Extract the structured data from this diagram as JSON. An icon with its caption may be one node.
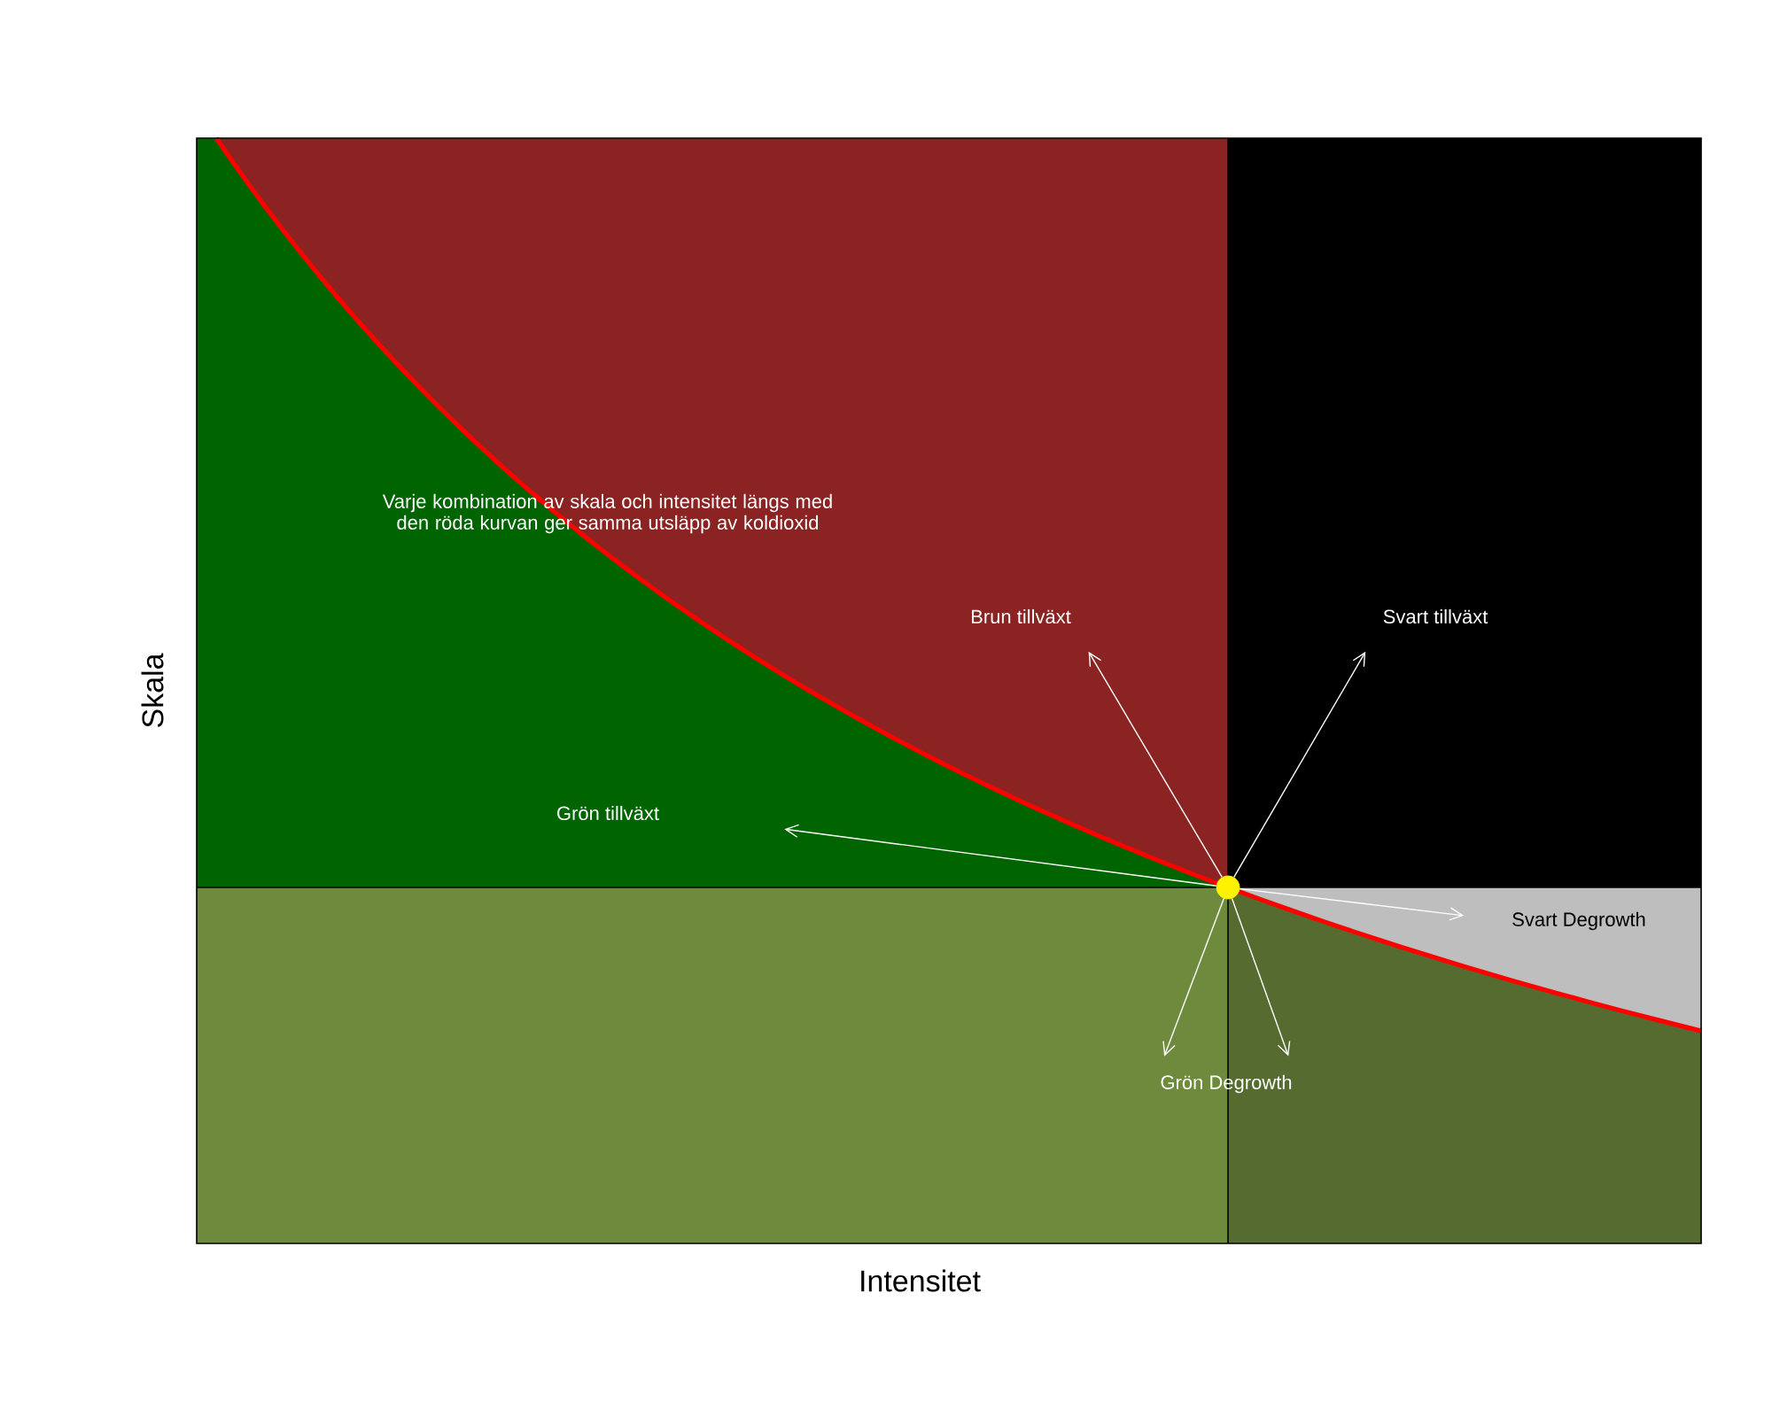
{
  "diagram": {
    "nodes": [
      {
        "text": [],
        "shape": "circle"
      },
      {
        "text": [
          "Brun tillväxt"
        ]
      },
      {
        "text": [
          "Svart tillväxt"
        ]
      },
      {
        "text": [
          "Grön tillväxt"
        ]
      },
      {
        "text": [
          "Svart Degrowth"
        ]
      },
      {
        "text": [
          "Grön Degrowth"
        ]
      }
    ],
    "edges": [
      {
        "from": 0,
        "to": 3,
        "arrow": "to"
      },
      {
        "from": 0,
        "to": 1,
        "arrow": "to"
      },
      {
        "from": 0,
        "to": 2,
        "arrow": "to"
      },
      {
        "from": 0,
        "to": 4,
        "arrow": "to"
      },
      {
        "from": 0,
        "to": 5,
        "arrow": "to"
      },
      {
        "from": 0,
        "to": 5,
        "arrow": "to"
      }
    ],
    "labels": [
      "Varje kombination av skala och intensitet längs med den röda kurvan ger samma utsläpp av koldioxid",
      "Skala",
      "Intensitet"
    ]
  }
}
